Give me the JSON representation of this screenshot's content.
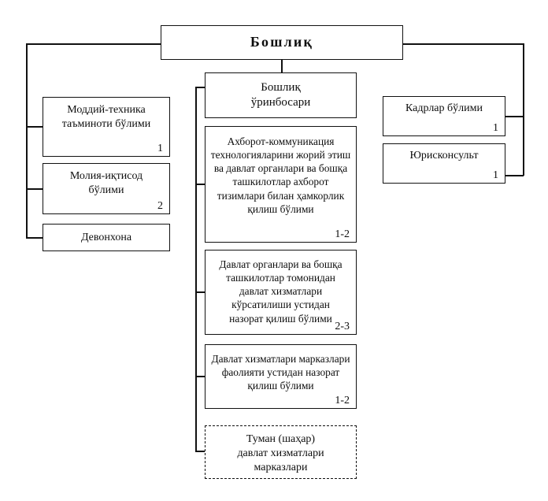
{
  "diagram": {
    "title": "Бошлиқ",
    "type": "organizational-structure-chart",
    "nodes": {
      "head": {
        "label": "Бошлиқ",
        "count": ""
      },
      "deputy": {
        "label": "Бошлиқ\nўринбосари",
        "count": ""
      },
      "logistics": {
        "label": "Моддий-техника\nтаъминоти бўлими",
        "count": "1"
      },
      "finance": {
        "label": "Молия-иқтисод\nбўлими",
        "count": "2"
      },
      "chancellery": {
        "label": "Девонхона",
        "count": ""
      },
      "hr": {
        "label": "Кадрлар бўлими",
        "count": "1"
      },
      "legal": {
        "label": "Юрисконсульт",
        "count": "1"
      },
      "ict": {
        "label": "Ахборот-коммуникация\nтехнологияларини жорий этиш\nва давлат органлари ва бошқа\nташкилотлар ахборот\nтизимлари билан ҳамкорлик\nқилиш бўлими",
        "count": "1-2"
      },
      "oversight": {
        "label": "Давлат органлари ва бошқа\nташкилотлар томонидан\nдавлат хизматлари\nкўрсатилиши устидан\nназорат қилиш бўлими",
        "count": "2-3"
      },
      "centers_control": {
        "label": "Давлат хизматлари марказлари\nфаолияти устидан назорат\nқилиш бўлими",
        "count": "1-2"
      },
      "district_centers": {
        "label": "Туман (шаҳар)\nдавлат хизматлари\nмарказлари",
        "count": ""
      }
    },
    "colors": {
      "line": "#111111",
      "box_border": "#111111",
      "background": "#ffffff",
      "text": "#0d0d0d"
    }
  }
}
